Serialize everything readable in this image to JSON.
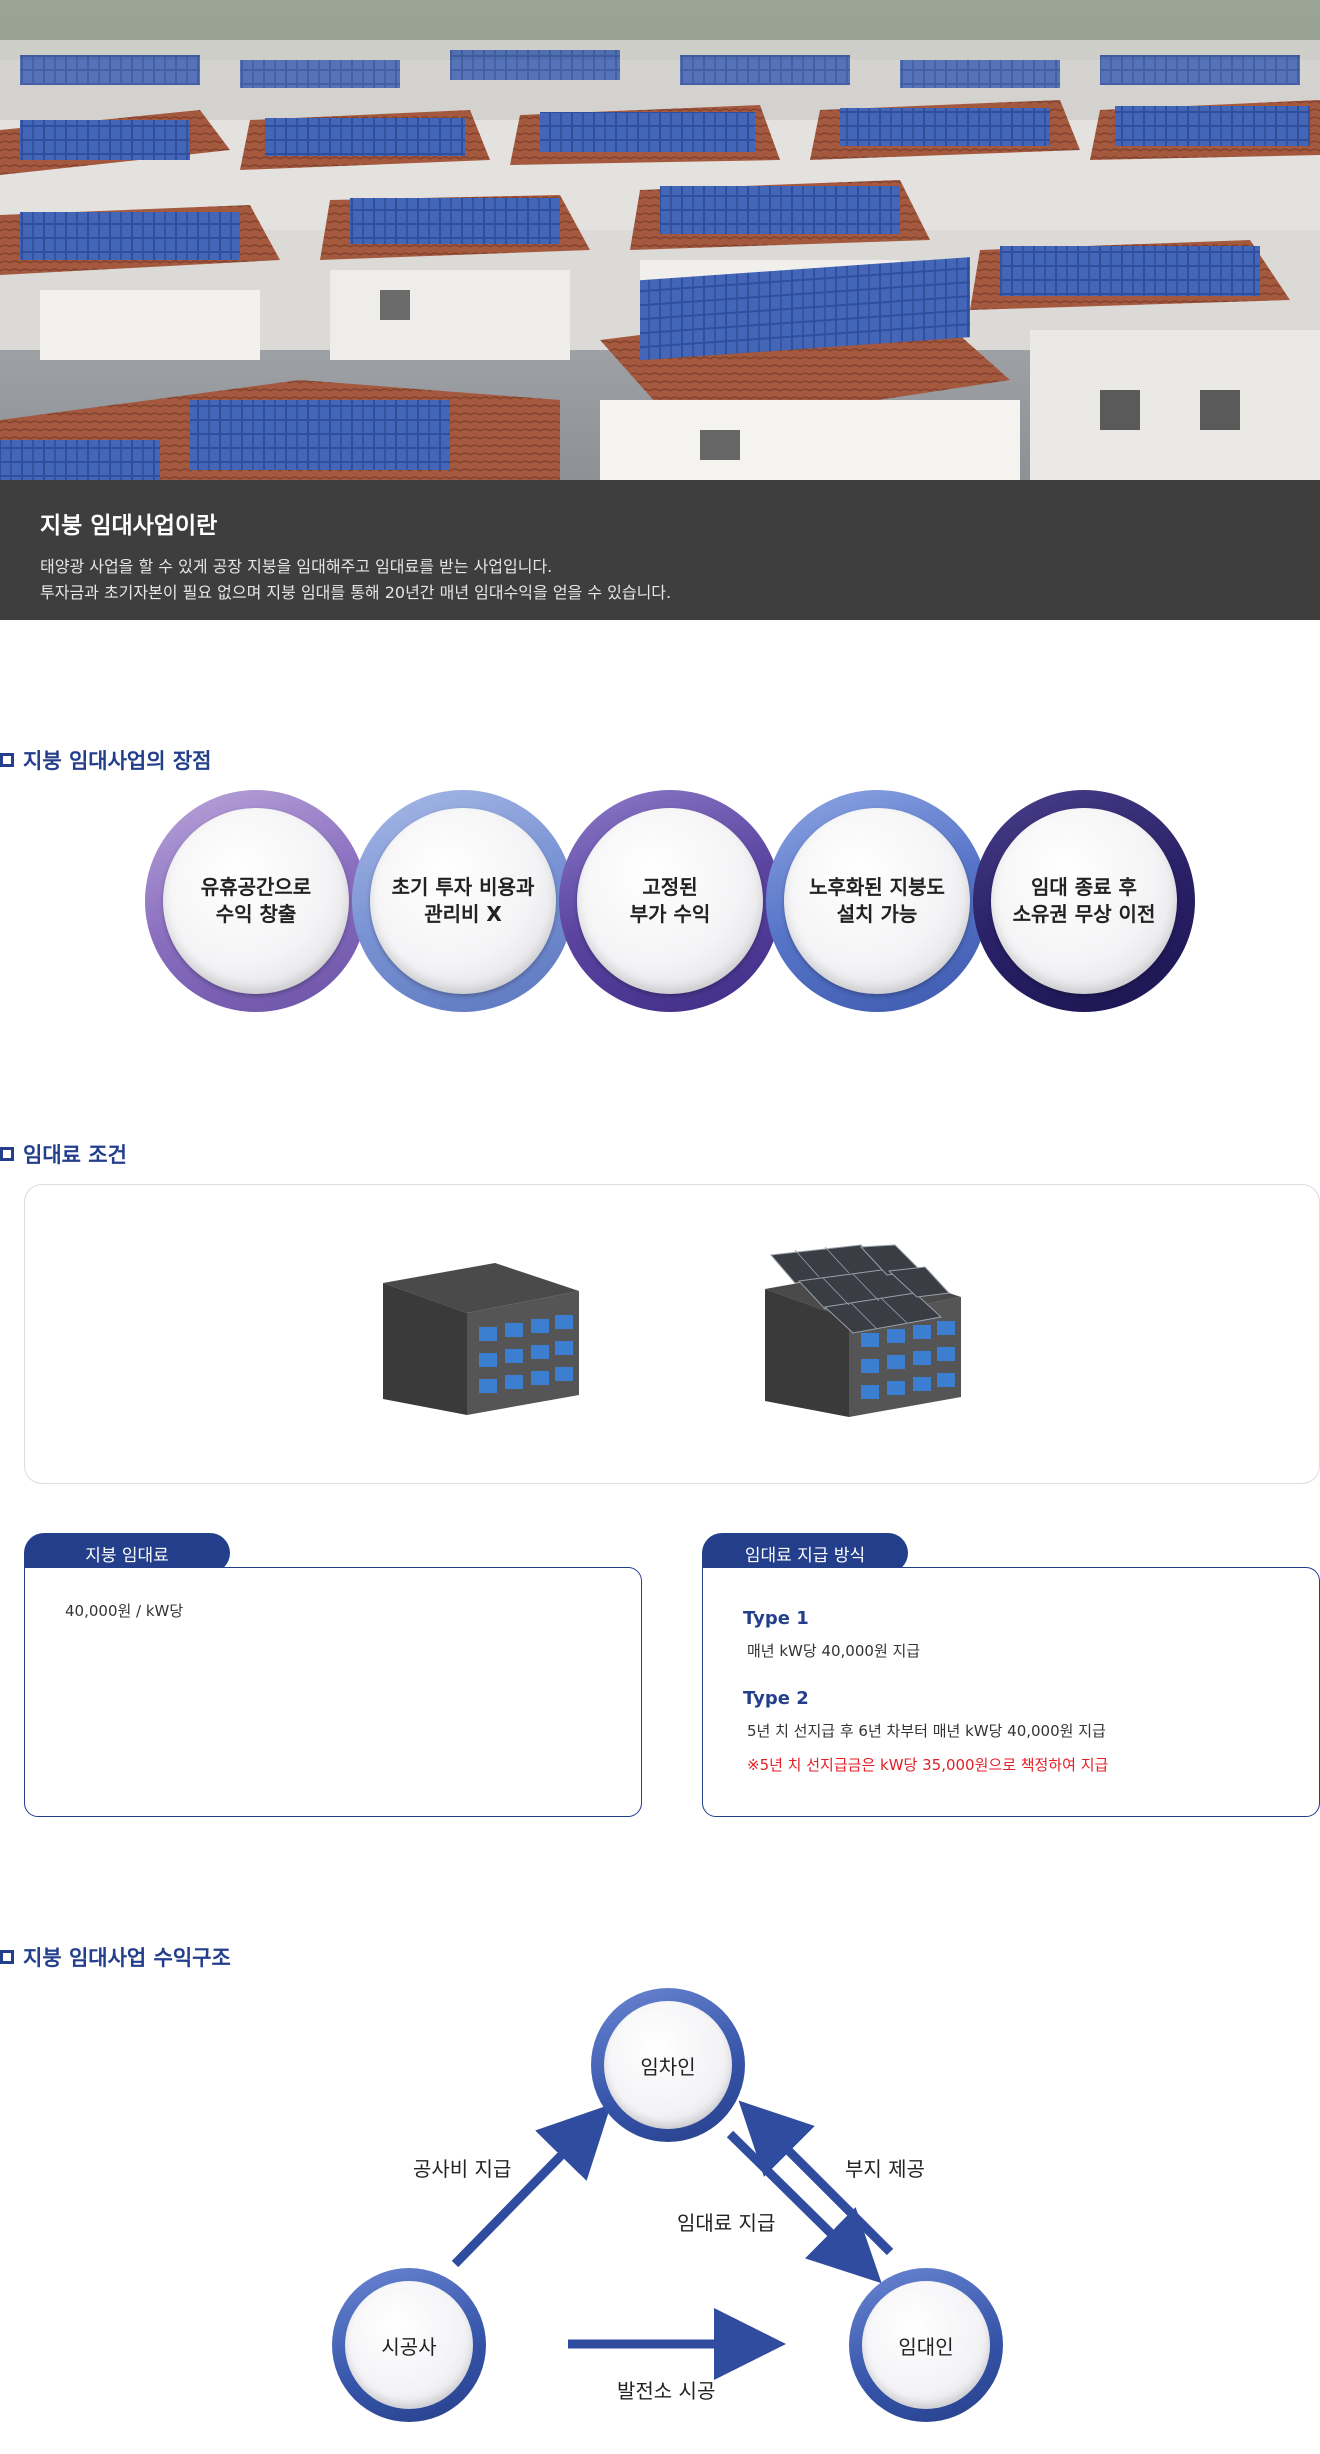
{
  "intro": {
    "title": "지붕 임대사업이란",
    "line1": "태양광 사업을 할 수 있게 공장 지붕을 임대해주고 임대료를 받는 사업입니다.",
    "line2": "투자금과 초기자본이 필요 없으며 지붕 임대를 통해 20년간 매년 임대수익을 얻을 수 있습니다."
  },
  "advantages": {
    "title": "지붕 임대사업의 장점",
    "items": [
      {
        "label": "유휴공간으로\n수익 창출"
      },
      {
        "label": "초기 투자 비용과\n관리비 X"
      },
      {
        "label": "고정된\n부가 수익"
      },
      {
        "label": "노후화된 지붕도\n설치 가능"
      },
      {
        "label": "임대 종료 후\n소유권 무상 이전"
      }
    ]
  },
  "conditions": {
    "title": "임대료 조건"
  },
  "fee": {
    "tab": "지붕 임대료",
    "value": "40,000원 / kW당"
  },
  "payment": {
    "tab": "임대료 지급 방식",
    "type1_title": "Type 1",
    "type1_desc": "매년 kW당 40,000원 지급",
    "type2_title": "Type 2",
    "type2_desc": "5년 치 선지급 후 6년 차부터 매년 kW당 40,000원 지급",
    "note": "※5년 치 선지급금은 kW당 35,000원으로 책정하여 지급"
  },
  "structure": {
    "title": "지붕 임대사업 수익구조",
    "lessee": "임차인",
    "contractor": "시공사",
    "lessor": "임대인",
    "flow_construction_cost": "공사비 지급",
    "flow_site": "부지 제공",
    "flow_rent": "임대료 지급",
    "flow_build": "발전소 시공"
  },
  "colors": {
    "navy": "#233f8c",
    "note_red": "#e31e24",
    "intro_bg": "#3e3e3e"
  }
}
